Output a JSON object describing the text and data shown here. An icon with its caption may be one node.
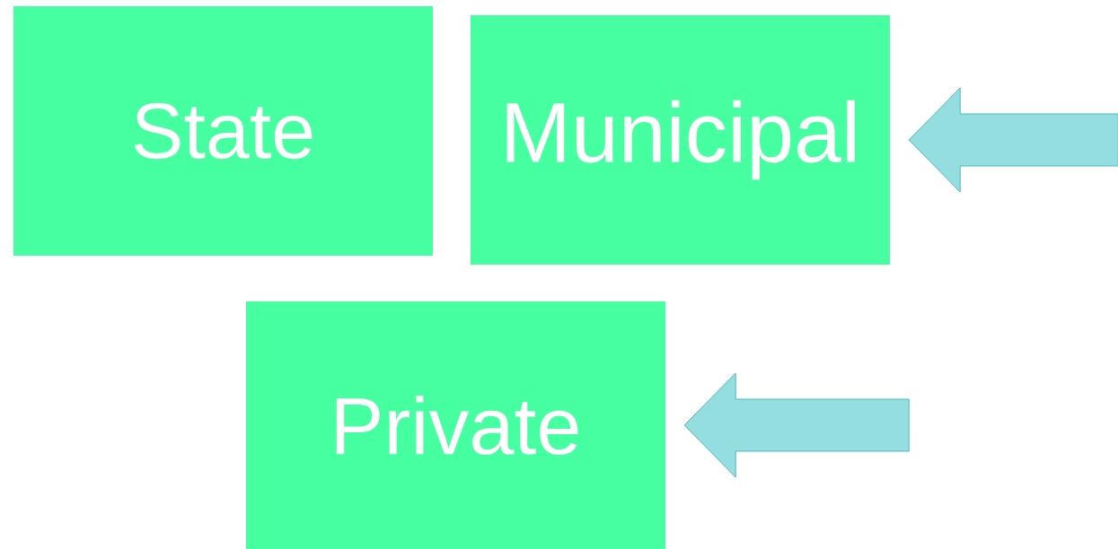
{
  "diagram": {
    "nodes": [
      {
        "text": [
          "State"
        ]
      },
      {
        "text": [
          "Municipal"
        ]
      },
      {
        "text": [
          "Private"
        ]
      }
    ],
    "edges": [
      {
        "from": null,
        "to": 1,
        "arrow": "to"
      },
      {
        "from": null,
        "to": 2,
        "arrow": "to"
      }
    ]
  }
}
